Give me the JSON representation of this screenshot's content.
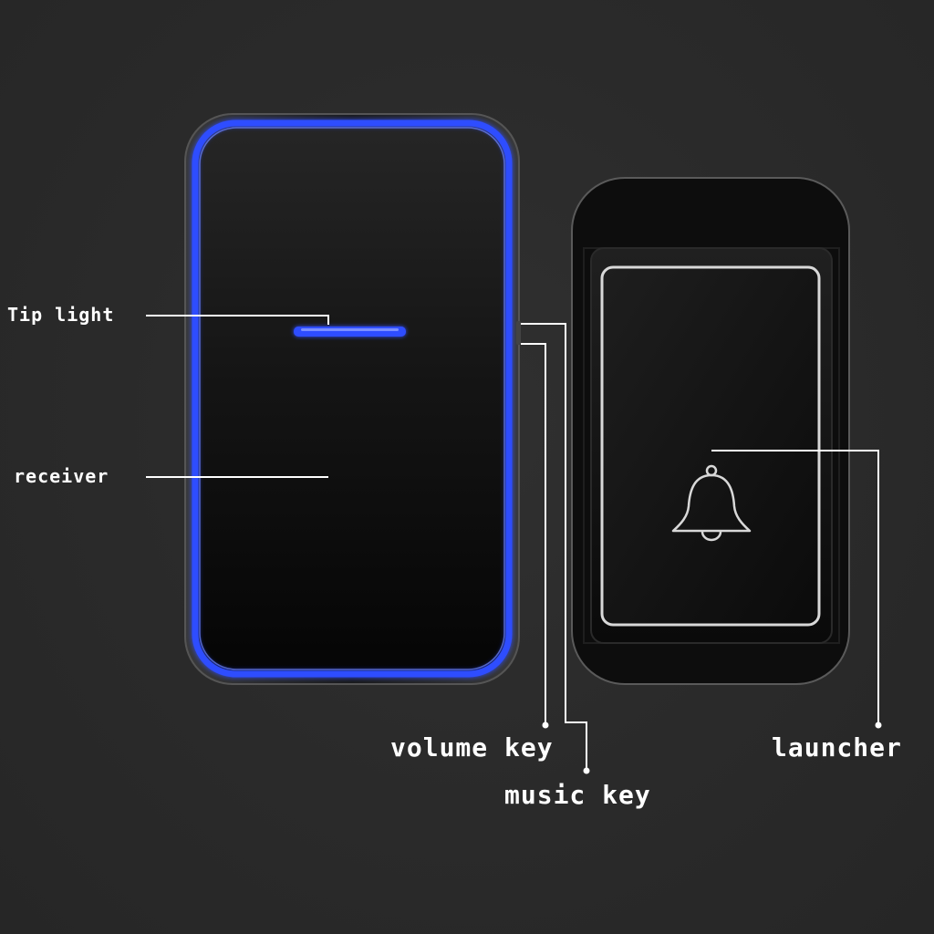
{
  "labels": {
    "tip_light": "Tip light",
    "receiver": "receiver",
    "volume_key": "volume key",
    "music_key": "music key",
    "launcher": "launcher"
  },
  "icons": {
    "launcher_button": "bell-icon"
  },
  "colors": {
    "background": "#2a2a2a",
    "glow": "#2f4dff",
    "body": "#0c0c0c",
    "callout": "#ffffff"
  }
}
